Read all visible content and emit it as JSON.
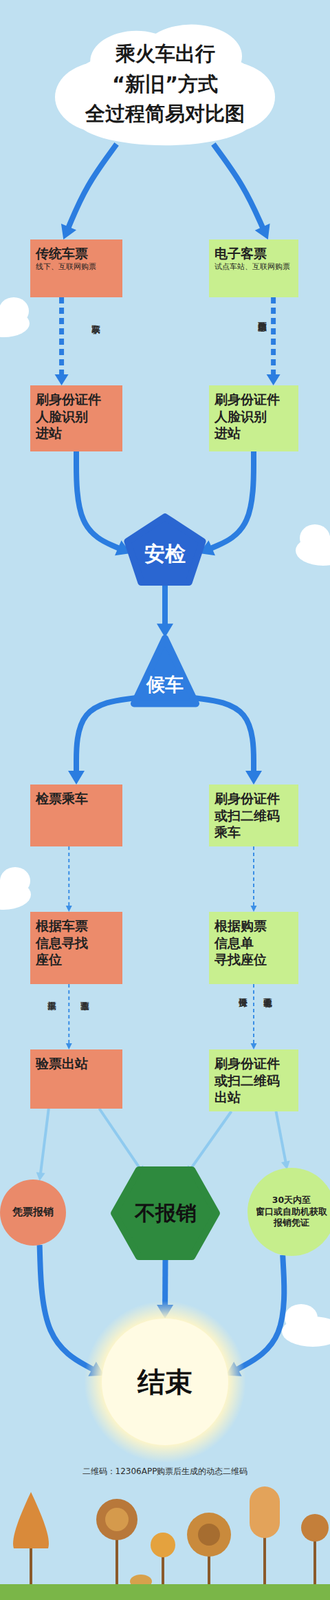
{
  "diagram": {
    "nodes": [
      {
        "text": [
          "乘火车出行 “新旧”方式 全过程简易对比图"
        ]
      },
      {
        "text": [
          "传统车票",
          "线下、互联网购票"
        ]
      },
      {
        "text": [
          "电子客票",
          "试点车站、互联网购票"
        ]
      },
      {
        "text": [
          "刷身份证件 人脸识别 进站"
        ]
      },
      {
        "text": [
          "刷身份证件 人脸识别 进站"
        ]
      },
      {
        "text": [
          "安检"
        ]
      },
      {
        "text": [
          "候车"
        ]
      },
      {
        "text": [
          "检票乘车"
        ]
      },
      {
        "text": [
          "刷身份证件 或扫二维码 乘车"
        ]
      },
      {
        "text": [
          "根据车票 信息寻找 座位"
        ]
      },
      {
        "text": [
          "根据购票 信息单 寻找座位"
        ]
      },
      {
        "text": [
          "验票出站"
        ]
      },
      {
        "text": [
          "刷身份证件 或扫二维码 出站"
        ]
      },
      {
        "text": [
          "凭票报销"
        ]
      },
      {
        "text": [
          "不报销"
        ]
      },
      {
        "text": [
          "30天内至 窗口或自助机获取 报销凭证"
        ]
      },
      {
        "text": [
          "结束"
        ]
      }
    ],
    "edges": [
      {
        "from": 0,
        "to": 1,
        "arrow": "to"
      },
      {
        "from": 0,
        "to": 2,
        "arrow": "to"
      },
      {
        "from": 1,
        "to": 3,
        "label": "获取车票",
        "arrow": "to"
      },
      {
        "from": 2,
        "to": 4,
        "label": "购票信息单下载打印",
        "arrow": "to"
      },
      {
        "from": 3,
        "to": 5,
        "arrow": "to"
      },
      {
        "from": 4,
        "to": 5,
        "arrow": "to"
      },
      {
        "from": 5,
        "to": 6,
        "arrow": "to"
      },
      {
        "from": 6,
        "to": 7,
        "arrow": "to"
      },
      {
        "from": 6,
        "to": 8,
        "arrow": "to"
      },
      {
        "from": 7,
        "to": 9,
        "arrow": "to"
      },
      {
        "from": 8,
        "to": 10,
        "arrow": "to"
      },
      {
        "from": 9,
        "to": 11,
        "label": "提供车票",
        "arrow": "to"
      },
      {
        "from": 10,
        "to": 12,
        "label": "提供身份证件",
        "arrow": "to"
      },
      {
        "from": 11,
        "to": 13,
        "arrow": "to"
      },
      {
        "from": 11,
        "to": 14,
        "arrow": "to"
      },
      {
        "from": 12,
        "to": 14,
        "arrow": "to"
      },
      {
        "from": 12,
        "to": 15,
        "arrow": "to"
      },
      {
        "from": 13,
        "to": 16,
        "arrow": "to"
      },
      {
        "from": 14,
        "to": 16,
        "arrow": "to"
      },
      {
        "from": 15,
        "to": 16,
        "arrow": "to"
      }
    ],
    "labels": [
      "查验车票",
      "查验电子客票",
      "二维码：12306APP购票后生成的动态二维码"
    ]
  }
}
